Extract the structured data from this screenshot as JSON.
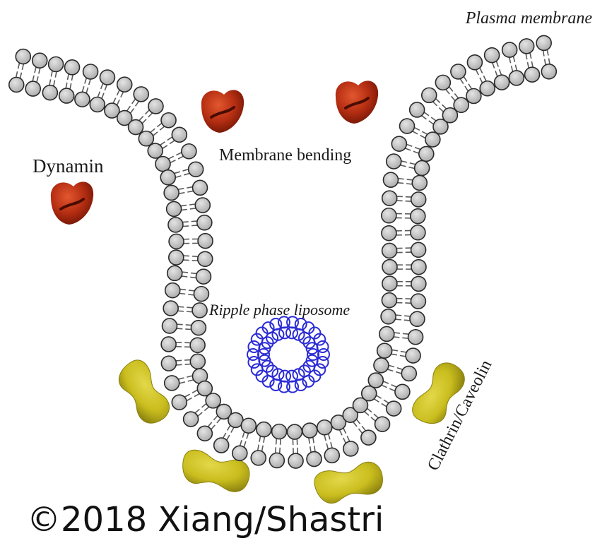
{
  "labels": {
    "plasma_membrane": "Plasma membrane",
    "dynamin": "Dynamin",
    "membrane_bending": "Membrane bending",
    "ripple_phase_liposome": "Ripple phase liposome",
    "clathrin_caveolin": "Clathrin/Caveolin"
  },
  "credit": "©2018 Xiang/Shastri",
  "colors": {
    "lipid_head": "#c8c8c8",
    "lipid_outline": "#2a2a2a",
    "dynamin": "#b52e12",
    "clathrin": "#c9bd1e",
    "liposome": "#2b2bd6",
    "text": "#1a1a1a"
  }
}
